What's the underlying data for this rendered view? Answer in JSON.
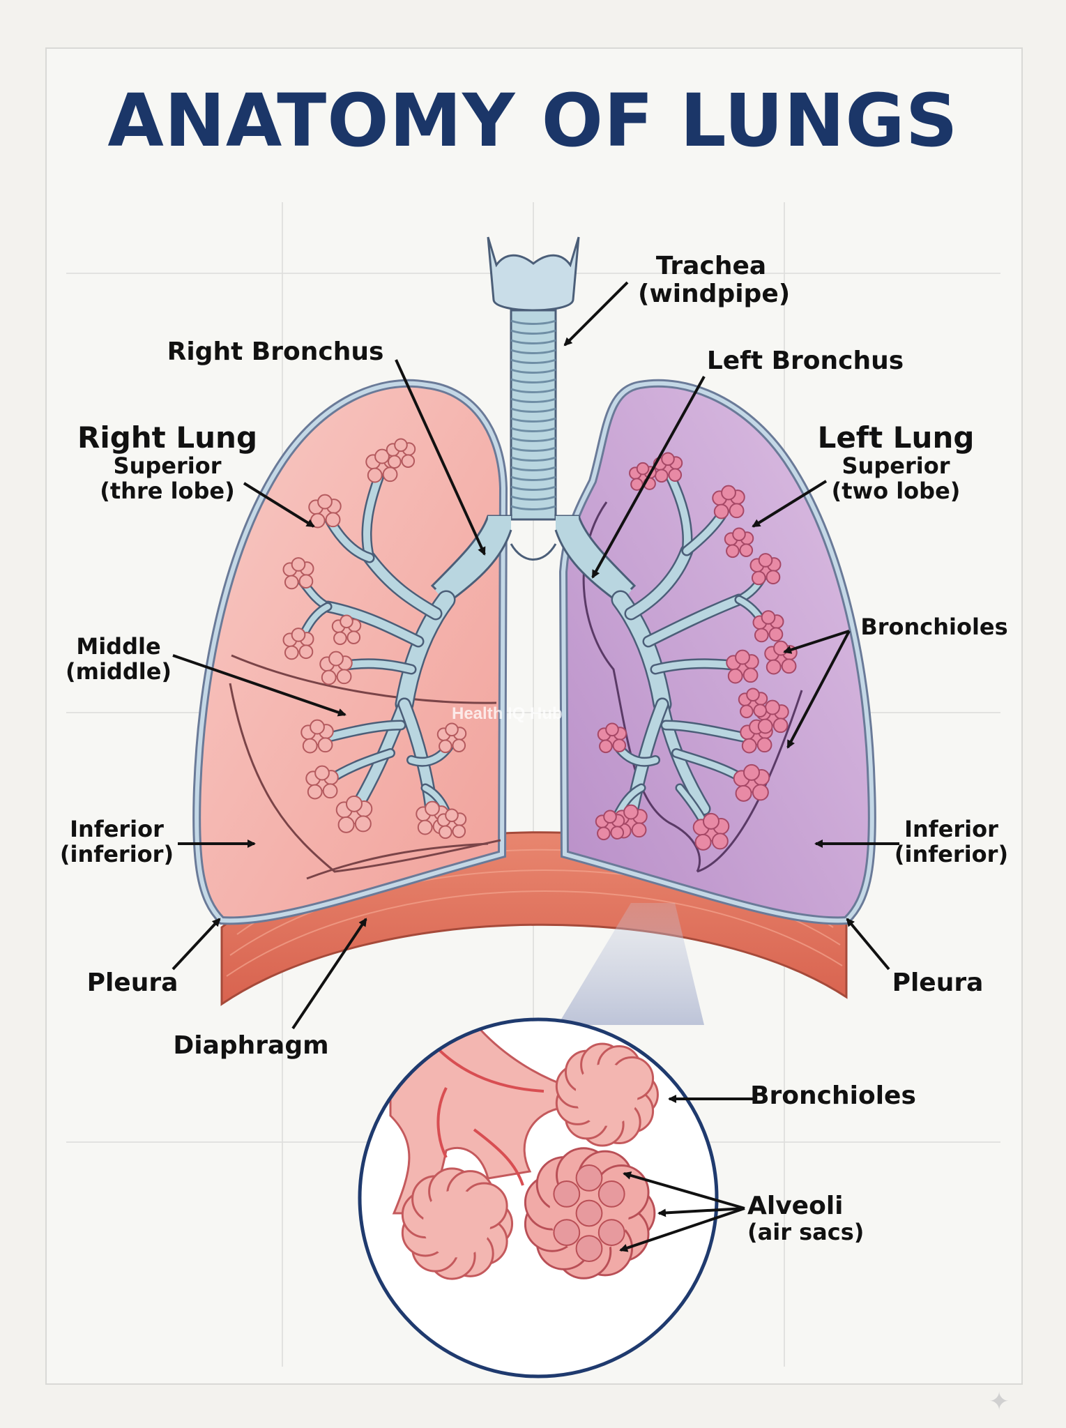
{
  "title": "ANATOMY OF LUNGS",
  "labels": {
    "trachea": {
      "line1": "Trachea",
      "line2": "(windpipe)"
    },
    "right_bronchus": "Right Bronchus",
    "left_bronchus": "Left Bronchus",
    "right_lung": {
      "title": "Right Lung",
      "line1": "Superior",
      "line2": "(thre lobe)"
    },
    "left_lung": {
      "title": "Left Lung",
      "line1": "Superior",
      "line2": "(two lobe)"
    },
    "middle": {
      "line1": "Middle",
      "line2": "(middle)"
    },
    "bronchioles_main": "Bronchioles",
    "inferior_right": {
      "line1": "Inferior",
      "line2": "(inferior)"
    },
    "inferior_left": {
      "line1": "Inferior",
      "line2": "(inferior)"
    },
    "pleura_right": "Pleura",
    "pleura_left": "Pleura",
    "diaphragm": "Diaphragm",
    "bronchioles_detail": "Bronchioles",
    "alveoli": {
      "line1": "Alveoli",
      "line2": "(air sacs)"
    }
  },
  "watermark": "Health IQ Hub",
  "colors": {
    "title": "#1b3668",
    "right_lung": "#f4b3ad",
    "left_lung": "#cfa8d8",
    "airway": "#b9d6e0",
    "diaphragm": "#de7561",
    "alveoli": "#e89aa0",
    "detail_circle": "#1f3a6e"
  }
}
